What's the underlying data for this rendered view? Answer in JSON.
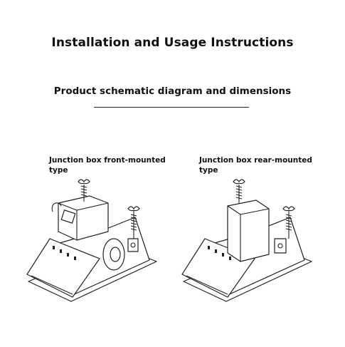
{
  "header": {
    "title": "Installation and Usage Instructions",
    "subtitle": "Product schematic diagram and dimensions"
  },
  "diagrams": [
    {
      "label_line1": "Junction box front-mounted",
      "label_line2": "type"
    },
    {
      "label_line1": "Junction box rear-mounted",
      "label_line2": "type"
    }
  ]
}
